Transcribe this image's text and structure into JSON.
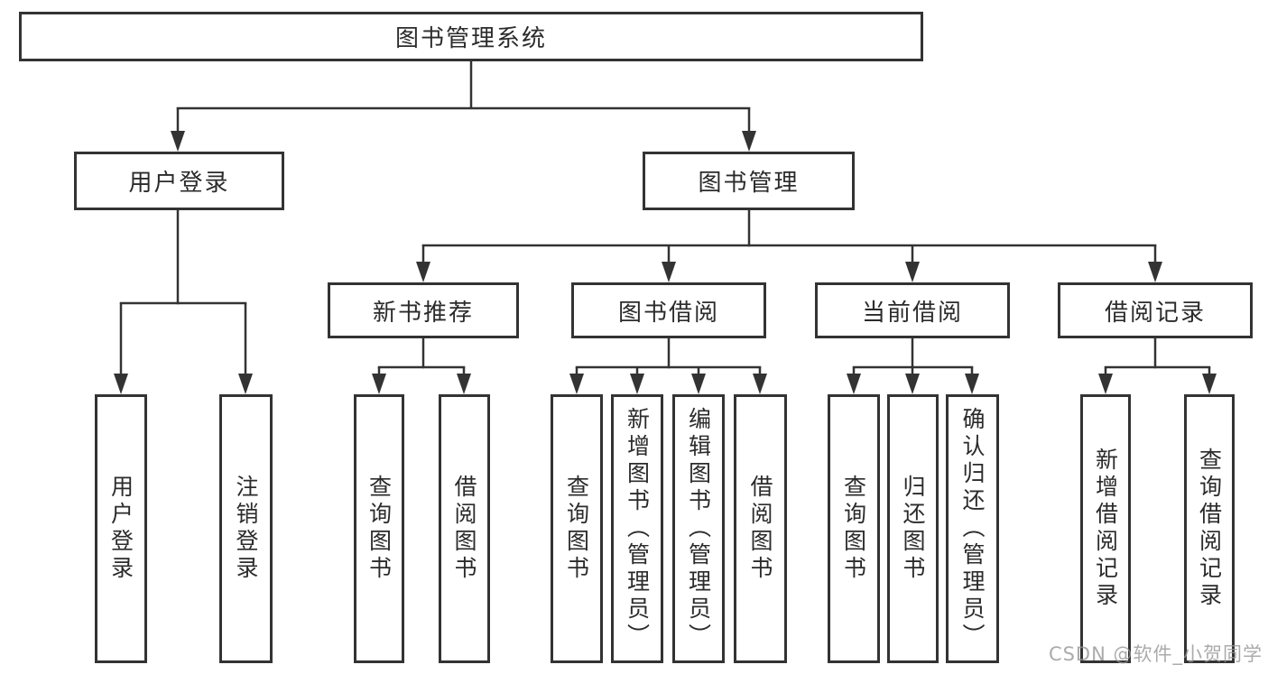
{
  "diagram": {
    "root": {
      "label": "图书管理系统"
    },
    "level2": [
      {
        "label": "用户登录"
      },
      {
        "label": "图书管理"
      }
    ],
    "level3": [
      {
        "label": "新书推荐",
        "parent": "图书管理"
      },
      {
        "label": "图书借阅",
        "parent": "图书管理"
      },
      {
        "label": "当前借阅",
        "parent": "图书管理"
      },
      {
        "label": "借阅记录",
        "parent": "图书管理"
      }
    ],
    "leaves": [
      {
        "label": "用户登录",
        "parent": "用户登录"
      },
      {
        "label": "注销登录",
        "parent": "用户登录"
      },
      {
        "label": "查询图书",
        "parent": "新书推荐"
      },
      {
        "label": "借阅图书",
        "parent": "新书推荐"
      },
      {
        "label": "查询图书",
        "parent": "图书借阅"
      },
      {
        "label": "新增图书（管理员）",
        "parent": "图书借阅"
      },
      {
        "label": "编辑图书（管理员）",
        "parent": "图书借阅"
      },
      {
        "label": "借阅图书",
        "parent": "图书借阅"
      },
      {
        "label": "查询图书",
        "parent": "当前借阅"
      },
      {
        "label": "归还图书",
        "parent": "当前借阅"
      },
      {
        "label": "确认归还（管理员）",
        "parent": "当前借阅"
      },
      {
        "label": "新增借阅记录",
        "parent": "借阅记录"
      },
      {
        "label": "查询借阅记录",
        "parent": "借阅记录"
      }
    ],
    "colors": {
      "line": "#333333",
      "border": "#333333",
      "text": "#2b2b2b",
      "background": "#ffffff",
      "watermark": "#969696"
    }
  },
  "watermark": {
    "text": "CSDN @软件_小贺同学"
  }
}
